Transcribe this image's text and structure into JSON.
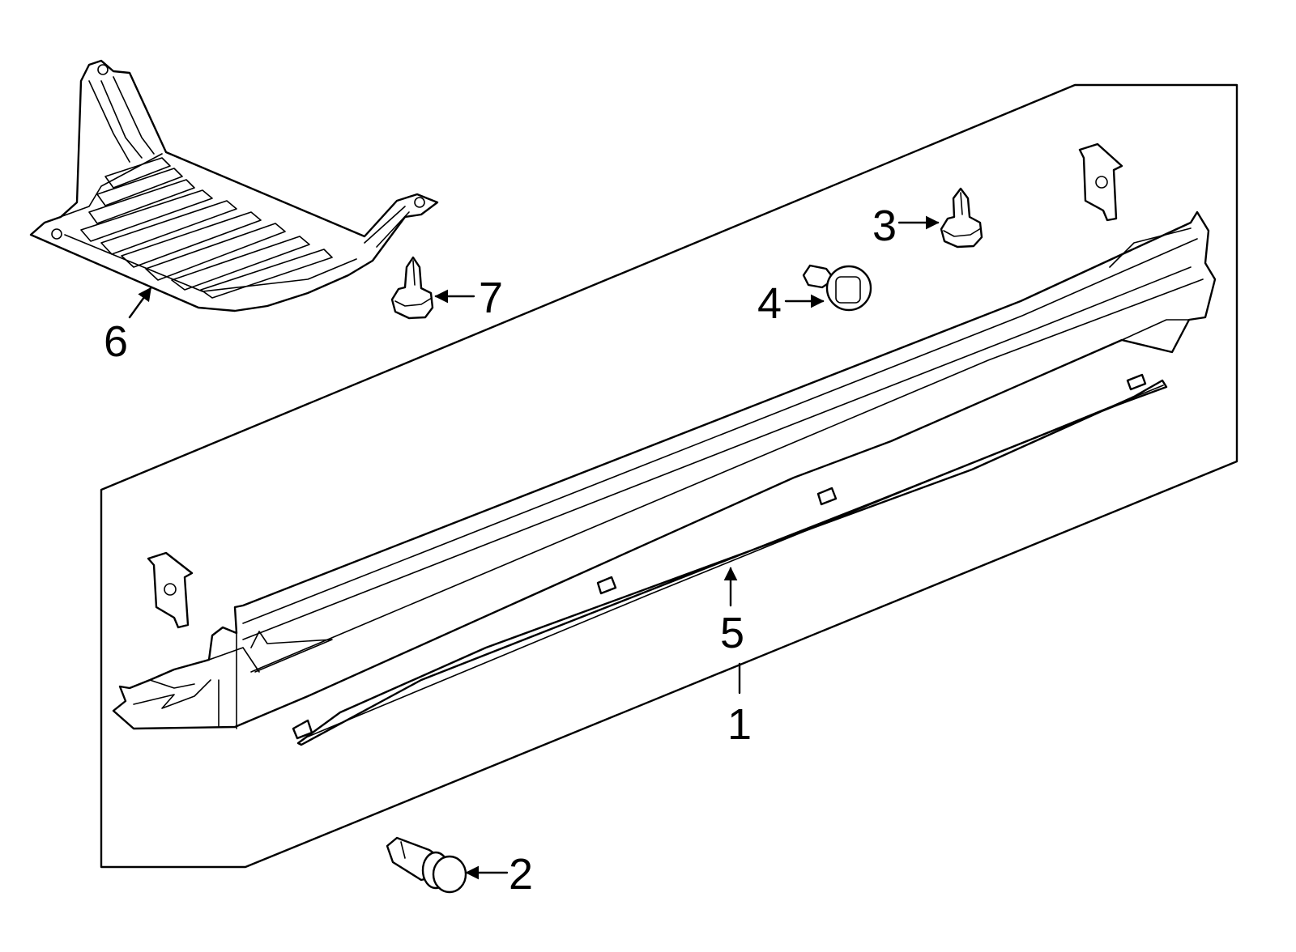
{
  "diagram": {
    "callouts": [
      {
        "id": "1",
        "text": "1"
      },
      {
        "id": "2",
        "text": "2"
      },
      {
        "id": "3",
        "text": "3"
      },
      {
        "id": "4",
        "text": "4"
      },
      {
        "id": "5",
        "text": "5"
      },
      {
        "id": "6",
        "text": "6"
      },
      {
        "id": "7",
        "text": "7"
      }
    ],
    "colors": {
      "line": "#000000",
      "background": "#ffffff"
    }
  }
}
